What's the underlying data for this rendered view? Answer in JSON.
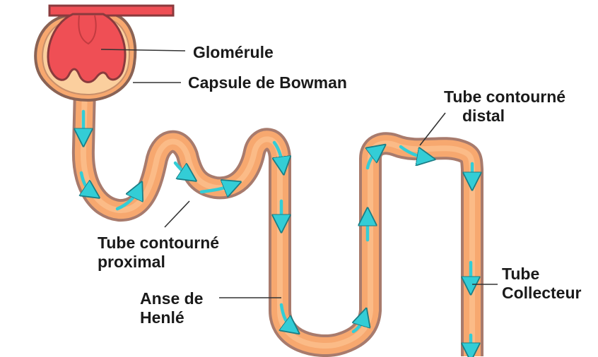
{
  "labels": {
    "glomerule": "Glomérule",
    "capsule": "Capsule de Bowman",
    "distal_line1": "Tube contourné",
    "distal_line2": "distal",
    "proximal_line1": "Tube contourné",
    "proximal_line2": "proximal",
    "anse_line1": "Anse de",
    "anse_line2": "Henlé",
    "collecteur_line1": "Tube",
    "collecteur_line2": "Collecteur"
  },
  "colors": {
    "tubule_wall": "#a87b6d",
    "tubule_fill": "#f7a86f",
    "tubule_lumen": "#fbbf8d",
    "glomerulus": "#ef4f55",
    "flow_arrow": "#33cdd6",
    "leader_line": "#333333"
  }
}
